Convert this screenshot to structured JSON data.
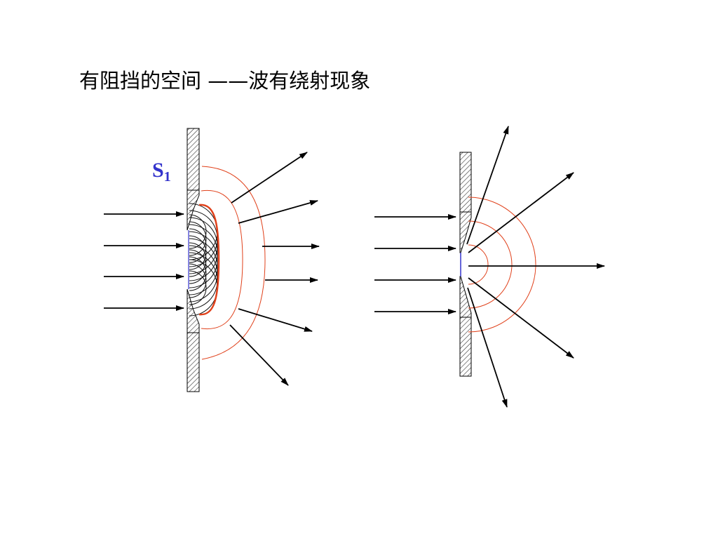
{
  "title": "有阻挡的空间 ——波有绕射现象",
  "label": {
    "main": "S",
    "sub": "1"
  },
  "colors": {
    "arrow": "#000000",
    "wavefront": "#e0401a",
    "thick_wavefront": "#e0401a",
    "wavelet": "#111111",
    "slit_marker": "#3333cc",
    "label": "#3333cc"
  }
}
